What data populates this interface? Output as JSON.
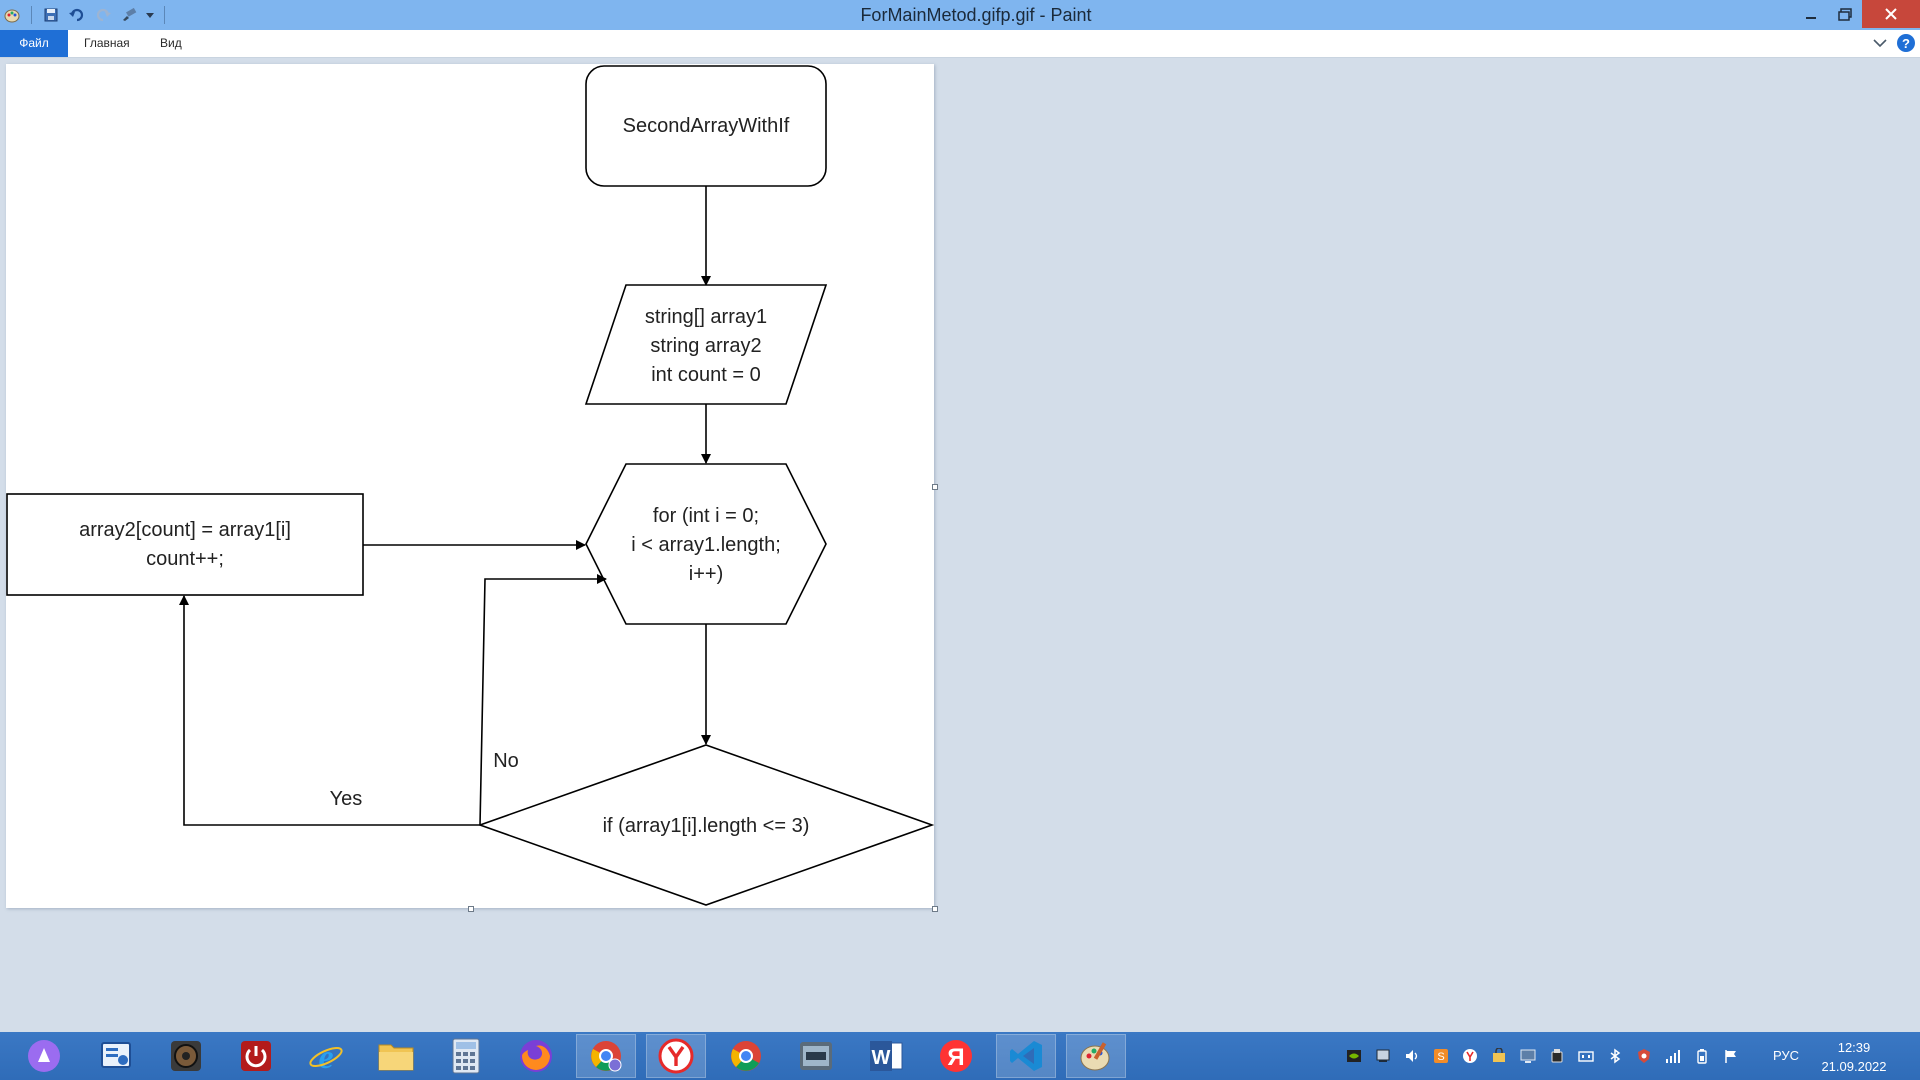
{
  "window": {
    "title": "ForMainMetod.gifp.gif - Paint"
  },
  "ribbon": {
    "tabs": [
      "Файл",
      "Главная",
      "Вид"
    ]
  },
  "flowchart": {
    "start": "SecondArrayWithIf",
    "input": [
      "string[] array1",
      "string array2",
      "int count = 0"
    ],
    "loop": [
      "for (int i = 0;",
      "i < array1.length;",
      "i++)"
    ],
    "condition": "if (array1[i].length <= 3)",
    "action": [
      "array2[count] = array1[i]",
      "count++;"
    ],
    "yes_label": "Yes",
    "no_label": "No"
  },
  "taskbar": {
    "apps": [
      "alice-icon",
      "control-panel-icon",
      "speaker-app-icon",
      "power-app-icon",
      "internet-explorer-icon",
      "file-explorer-icon",
      "calculator-icon",
      "firefox-icon",
      "chrome-profile-icon",
      "yandex-browser-icon",
      "chrome-icon",
      "doc-viewer-icon",
      "word-icon",
      "yandex-icon",
      "vscode-icon",
      "paint-icon"
    ],
    "language": "РУС",
    "time": "12:39",
    "date": "21.09.2022"
  },
  "colors": {
    "titlebar": "#7fb5ef",
    "file_tab": "#1f6fd6",
    "workspace": "#d3dde9",
    "taskbar": "#2f6cb8",
    "close": "#c7473b"
  }
}
